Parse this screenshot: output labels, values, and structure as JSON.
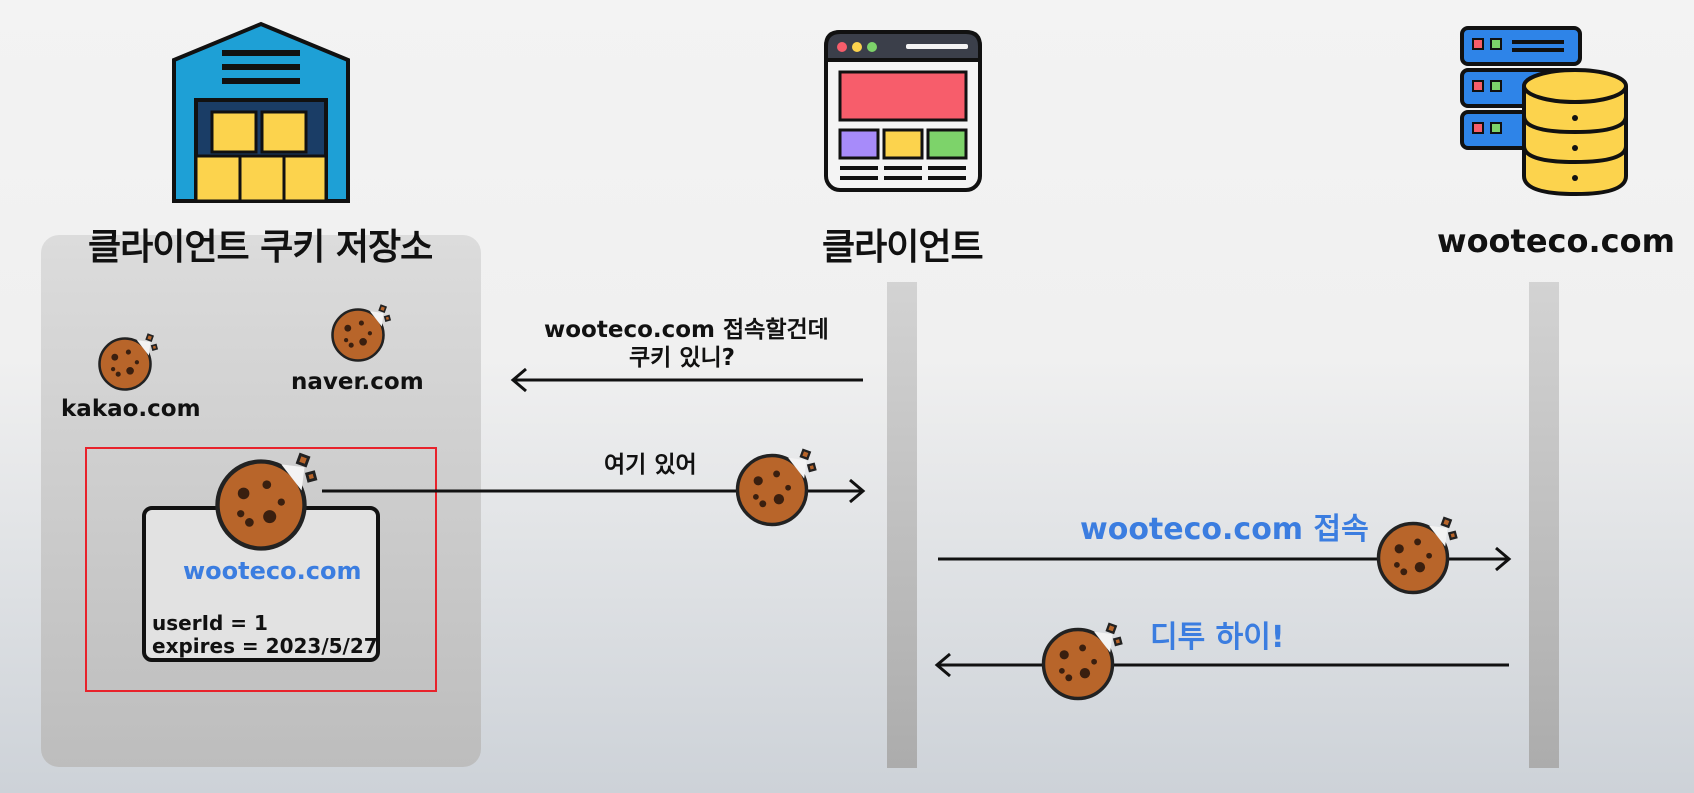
{
  "storage": {
    "title": "클라이언트 쿠키 저장소",
    "cookies": {
      "kakao": "kakao.com",
      "naver": "naver.com",
      "wooteco": "wooteco.com"
    },
    "card": {
      "line1": "userId = 1",
      "line2": "expires = 2023/5/27"
    }
  },
  "client": {
    "title": "클라이언트"
  },
  "server": {
    "title": "wooteco.com"
  },
  "messages": {
    "ask_line1": "wooteco.com 접속할건데",
    "ask_line2": "쿠키 있니?",
    "here": "여기 있어",
    "access": "wooteco.com 접속",
    "hi": "디투 하이!"
  },
  "colors": {
    "accent_blue": "#3b7de0",
    "highlight_red": "#e8222b",
    "cookie": "#b8652a"
  },
  "icons": [
    "warehouse-icon",
    "browser-window-icon",
    "server-database-icon",
    "cookie-icon",
    "arrow-left-icon",
    "arrow-right-icon"
  ]
}
